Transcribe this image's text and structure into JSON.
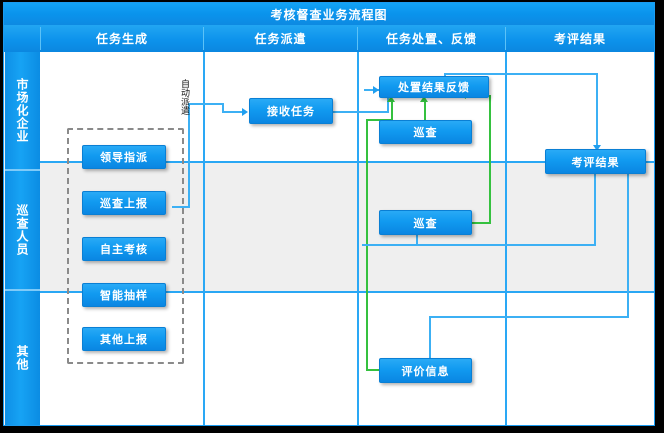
{
  "title": "考核督查业务流程图",
  "columns": [
    {
      "id": "col-task-generation",
      "label": "任务生成"
    },
    {
      "id": "col-task-dispatch",
      "label": "任务派遣"
    },
    {
      "id": "col-task-handling",
      "label": "任务处置、反馈"
    },
    {
      "id": "col-assessment-result",
      "label": "考评结果"
    }
  ],
  "lanes": [
    {
      "id": "lane-market-enterprise",
      "label": "市场化企业"
    },
    {
      "id": "lane-inspector",
      "label": "巡查人员"
    },
    {
      "id": "lane-other",
      "label": "其他"
    }
  ],
  "captions": [
    {
      "id": "auto-dispatch",
      "text": "自动派遣"
    }
  ],
  "nodes": [
    {
      "id": "node-leader-assign",
      "label": "领导指派"
    },
    {
      "id": "node-patrol-report",
      "label": "巡查上报"
    },
    {
      "id": "node-self-assessment",
      "label": "自主考核"
    },
    {
      "id": "node-smart-sampling",
      "label": "智能抽样"
    },
    {
      "id": "node-other-report",
      "label": "其他上报"
    },
    {
      "id": "node-receive-task",
      "label": "接收任务"
    },
    {
      "id": "node-handling-feedback",
      "label": "处置结果反馈"
    },
    {
      "id": "node-inspection-1",
      "label": "巡查"
    },
    {
      "id": "node-inspection-2",
      "label": "巡查"
    },
    {
      "id": "node-evaluation-info",
      "label": "评价信息"
    },
    {
      "id": "node-assessment-result",
      "label": "考评结果"
    }
  ],
  "colors": {
    "title_bar": "#0d93ec",
    "header_bar": "#0d93ec",
    "lane_bar": "#17a3f4",
    "node_fill": "#119af0",
    "connector_blue": "#3cb0f4",
    "connector_green": "#35c13f",
    "dashed_border": "#8a8a8a",
    "band_white": "#ffffff",
    "band_grey": "#efefef"
  }
}
